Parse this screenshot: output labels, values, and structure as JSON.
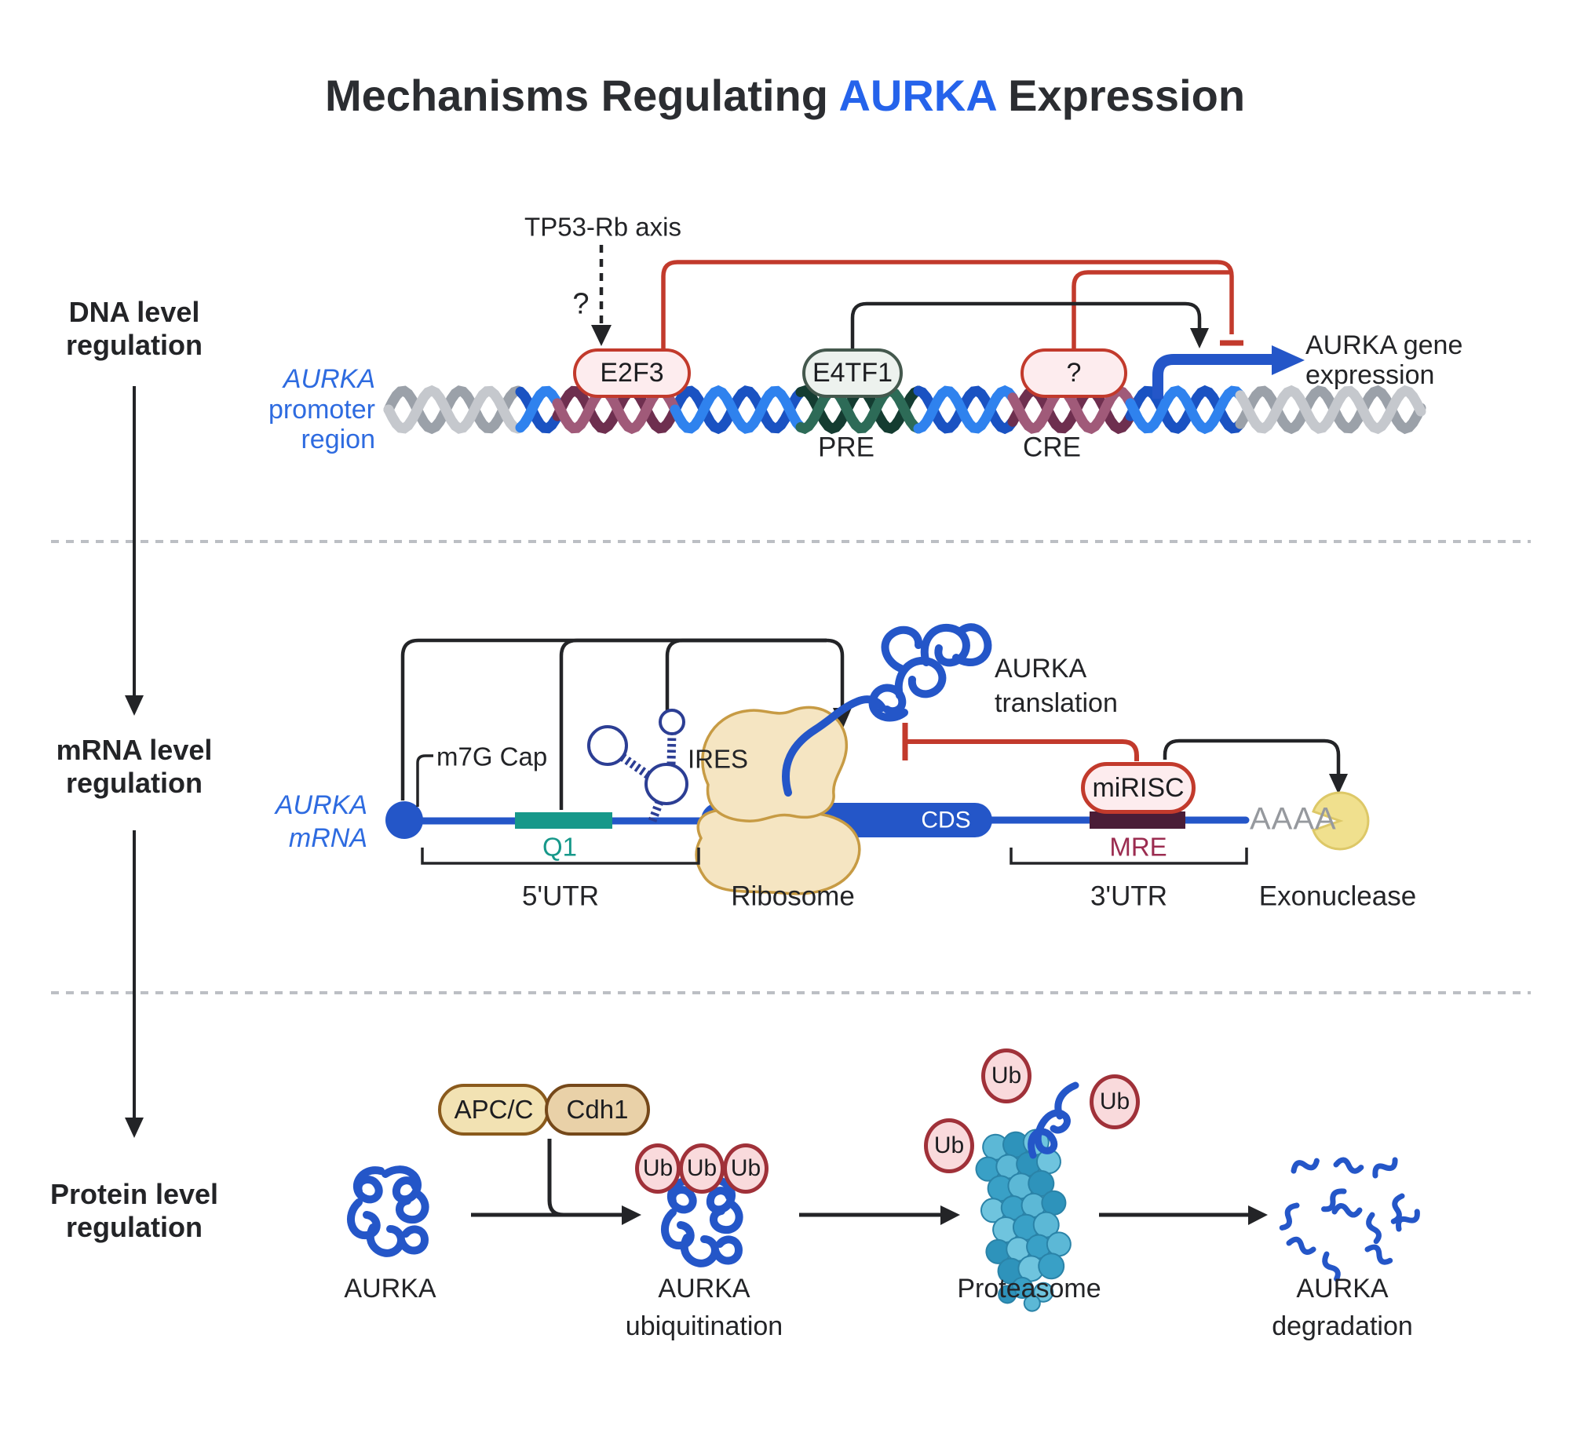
{
  "title": {
    "pre": "Mechanisms Regulating ",
    "aurka": "AURKA",
    "post": " Expression"
  },
  "left_nav": {
    "dna1": "DNA level",
    "dna2": "regulation",
    "mrna1": "mRNA level",
    "mrna2": "regulation",
    "prot1": "Protein level",
    "prot2": "regulation"
  },
  "dna": {
    "tp53_label": "TP53-Rb axis",
    "question": "?",
    "promoter1": "AURKA",
    "promoter2": "promoter",
    "promoter3": "region",
    "e2f3": "E2F3",
    "e4tf1": "E4TF1",
    "unknown_tf": "?",
    "pre": "PRE",
    "cre": "CRE",
    "gene1": "AURKA gene",
    "gene2": "expression"
  },
  "mrna": {
    "label1": "AURKA",
    "label2": "mRNA",
    "cap": "m7G Cap",
    "q1": "Q1",
    "ires": "IRES",
    "cds": "CDS",
    "mirisc": "miRISC",
    "mre": "MRE",
    "polya": "AAAA",
    "utr5": "5'UTR",
    "ribosome": "Ribosome",
    "utr3": "3'UTR",
    "exonuclease": "Exonuclease",
    "trans1": "AURKA",
    "trans2": "translation"
  },
  "protein": {
    "apcc": "APC/C",
    "cdh1": "Cdh1",
    "ub": "Ub",
    "aurka": "AURKA",
    "ubiq1": "AURKA",
    "ubiq2": "ubiquitination",
    "proteasome": "Proteasome",
    "deg1": "AURKA",
    "deg2": "degradation"
  },
  "colors": {
    "accent_blue": "#2563eb",
    "red": "#c23a2c",
    "royal": "#2456c8",
    "teal": "#17988a",
    "mre_bar": "#4a1d37",
    "ribosome_fill": "#f5e5c2",
    "ribosome_stroke": "#c79b44",
    "exo_fill": "#f0e08e",
    "exo_stroke": "#ddc867",
    "helix": {
      "gray": [
        "#c5c8cd",
        "#9ba1a9"
      ],
      "blue": [
        "#2f82ee",
        "#1a52c2"
      ],
      "maroon": [
        "#a05a79",
        "#6e2f4f"
      ],
      "green": [
        "#2d6b57",
        "#143c31"
      ]
    },
    "proteasome": [
      "#5cb8d6",
      "#39a0c6",
      "#6fc4de",
      "#2e93bb"
    ],
    "proteasome_stroke": "#2a83a8",
    "ires": "#2c3e94",
    "dash_sep": "#bcbfc4"
  }
}
